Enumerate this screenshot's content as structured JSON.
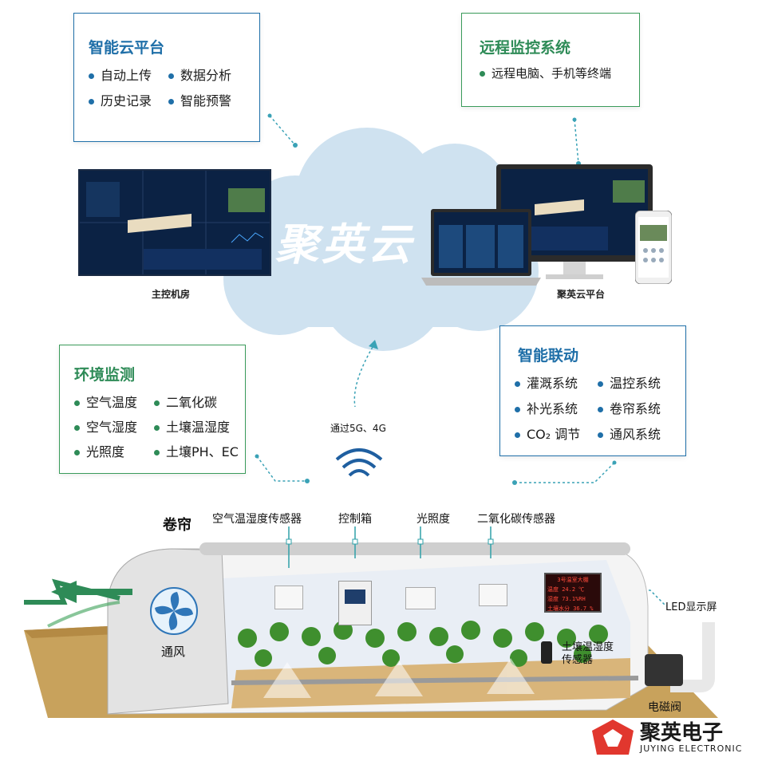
{
  "cloud": {
    "text": "聚英云"
  },
  "panels": {
    "cloud_platform": {
      "title": "智能云平台",
      "items": [
        "自动上传",
        "数据分析",
        "历史记录",
        "智能预警"
      ]
    },
    "remote_monitor": {
      "title": "远程监控系统",
      "items": [
        "远程电脑、手机等终端"
      ]
    },
    "env_monitor": {
      "title": "环境监测",
      "items": [
        "空气温度",
        "二氧化碳",
        "空气湿度",
        "土壤温湿度",
        "光照度",
        "土壤PH、EC"
      ]
    },
    "smart_link": {
      "title": "智能联动",
      "items": [
        "灌溉系统",
        "温控系统",
        "补光系统",
        "卷帘系统",
        "CO₂ 调节",
        "通风系统"
      ]
    }
  },
  "captions": {
    "control_room": "主控机房",
    "platform": "聚英云平台",
    "network": "通过5G、4G"
  },
  "greenhouse": {
    "labels": {
      "curtain": "卷帘",
      "air_sensor": "空气温湿度传感器",
      "control_box": "控制箱",
      "light": "光照度",
      "co2_sensor": "二氧化碳传感器",
      "led_screen": "LED显示屏",
      "soil_sensor": "土壤温湿度\n传感器",
      "valve": "电磁阀",
      "ventilation": "通风"
    },
    "led_lines": [
      "3号温室大棚",
      "温度 24.2 ℃",
      "湿度 73.1%RH",
      "土壤水分 36.7 %"
    ]
  },
  "brand": {
    "name": "聚英电子",
    "sub": "JUYING ELECTRONIC"
  },
  "colors": {
    "blue": "#1f6fa8",
    "green": "#2e8b57",
    "cloud": "#cfe2f0",
    "soil": "#c8a25c"
  }
}
